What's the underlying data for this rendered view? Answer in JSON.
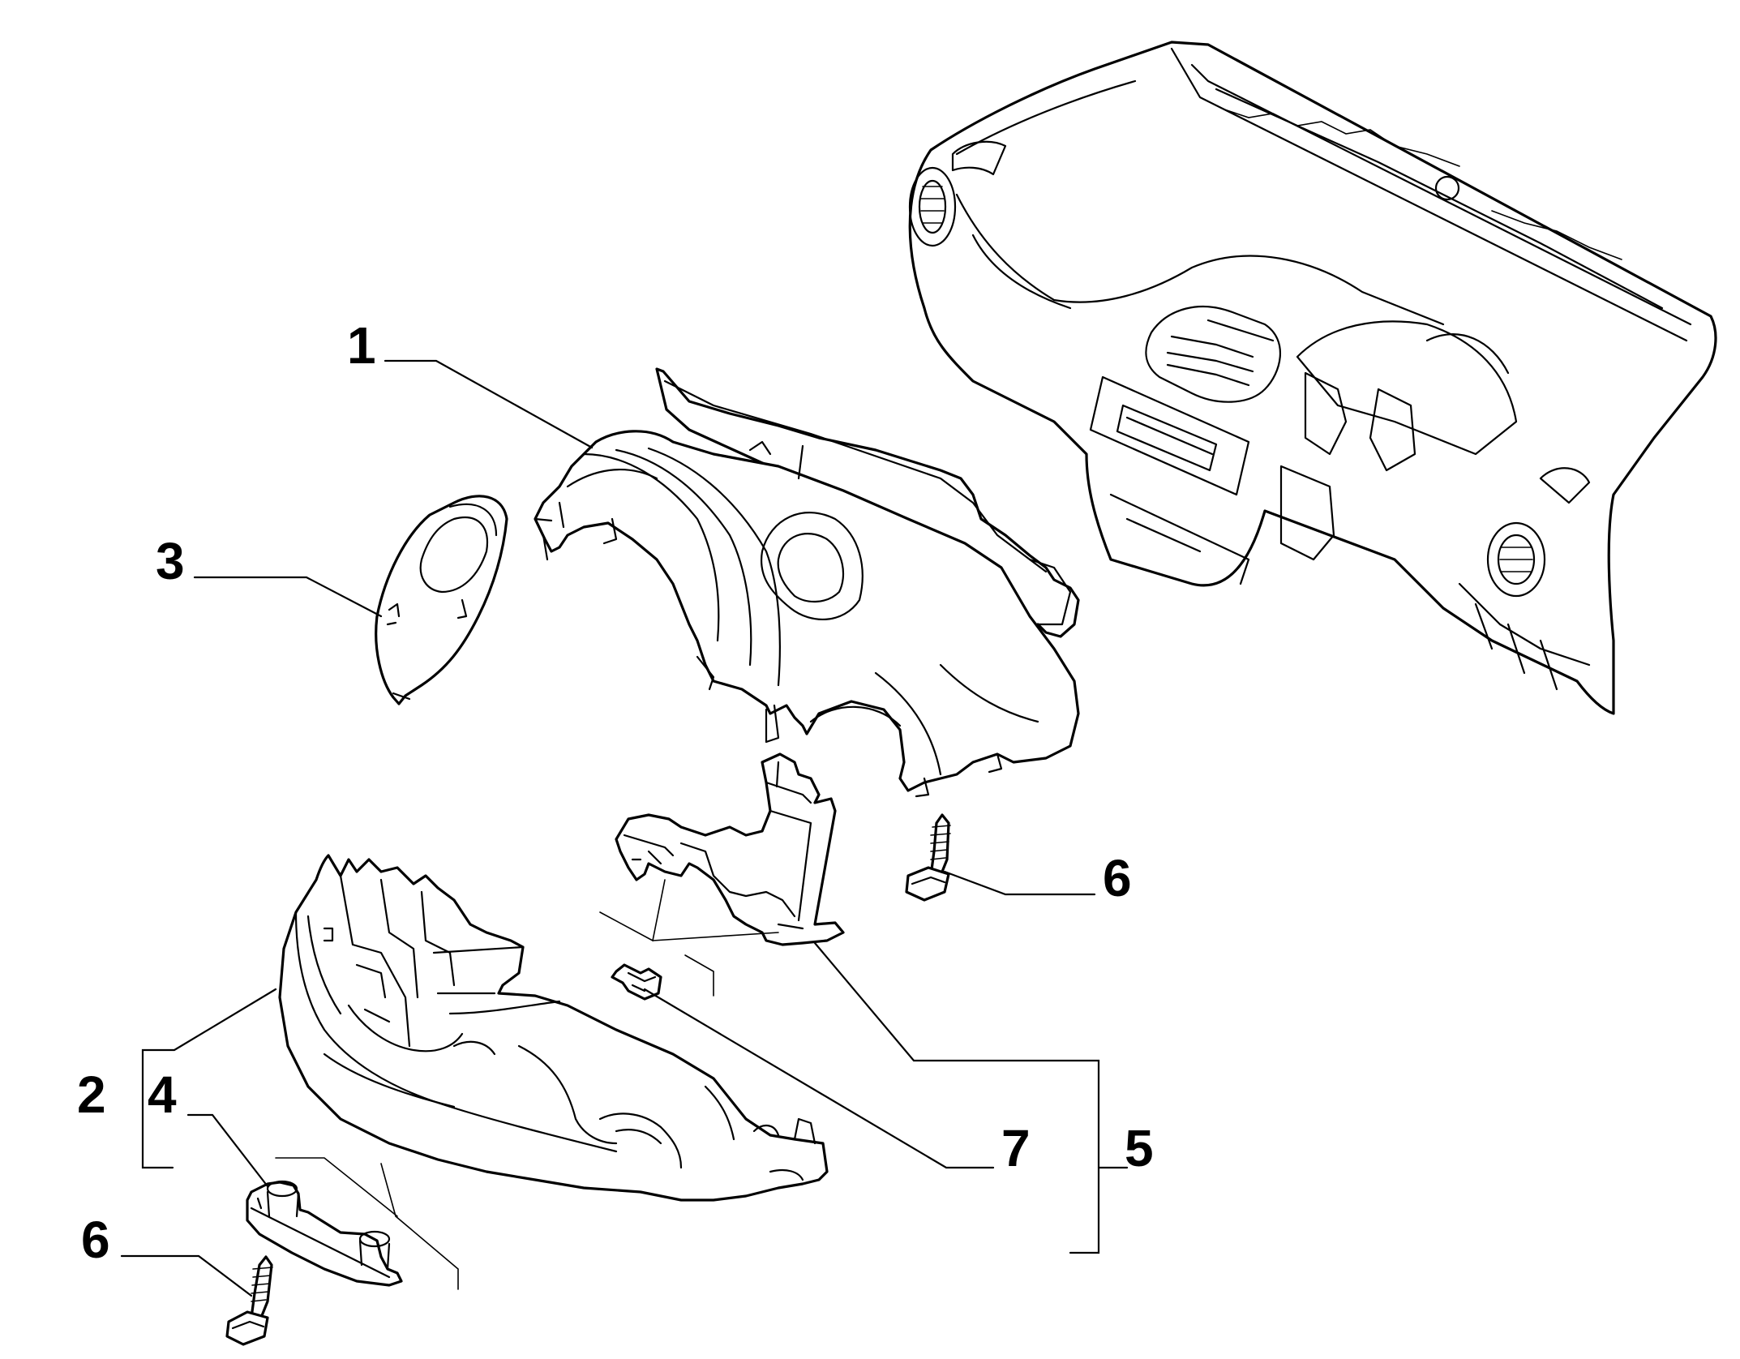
{
  "callouts": [
    {
      "id": "1",
      "label": "1"
    },
    {
      "id": "2",
      "label": "2"
    },
    {
      "id": "3",
      "label": "3"
    },
    {
      "id": "4",
      "label": "4"
    },
    {
      "id": "5",
      "label": "5"
    },
    {
      "id": "6a",
      "label": "6"
    },
    {
      "id": "6b",
      "label": "6"
    },
    {
      "id": "7",
      "label": "7"
    }
  ],
  "colors": {
    "line": "#000000",
    "background": "#ffffff"
  }
}
